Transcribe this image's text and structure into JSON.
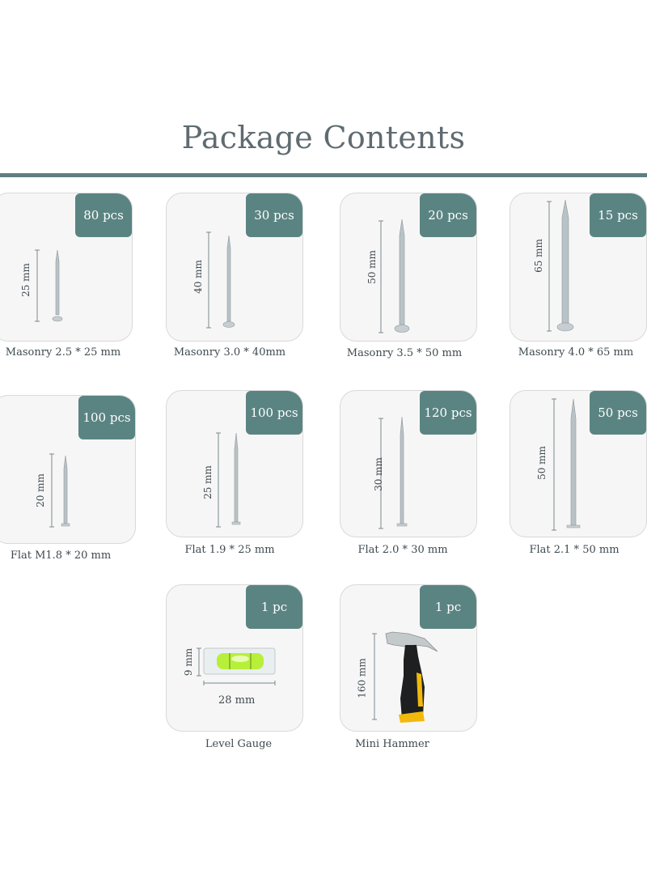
{
  "title": "Package Contents",
  "colors": {
    "accent": "#5a8482",
    "rule": "#5e7f80",
    "card_bg": "#f7f6f6"
  },
  "items": [
    {
      "count": "80 pcs",
      "size": "25 mm",
      "caption": "Masonry 2.5 * 25 mm"
    },
    {
      "count": "30 pcs",
      "size": "40 mm",
      "caption": "Masonry 3.0 * 40mm"
    },
    {
      "count": "20 pcs",
      "size": "50 mm",
      "caption": "Masonry 3.5 * 50 mm"
    },
    {
      "count": "15 pcs",
      "size": "65 mm",
      "caption": "Masonry 4.0 * 65 mm"
    },
    {
      "count": "100 pcs",
      "size": "20 mm",
      "caption": "Flat M1.8 * 20 mm"
    },
    {
      "count": "100 pcs",
      "size": "25 mm",
      "caption": "Flat 1.9 * 25 mm"
    },
    {
      "count": "120 pcs",
      "size": "30 mm",
      "caption": "Flat 2.0 * 30 mm"
    },
    {
      "count": "50 pcs",
      "size": "50 mm",
      "caption": "Flat 2.1 * 50 mm"
    },
    {
      "count": "1 pc",
      "size_h": "9 mm",
      "size_w": "28 mm",
      "caption": "Level Gauge"
    },
    {
      "count": "1 pc",
      "size": "160 mm",
      "caption": "Mini Hammer"
    }
  ]
}
